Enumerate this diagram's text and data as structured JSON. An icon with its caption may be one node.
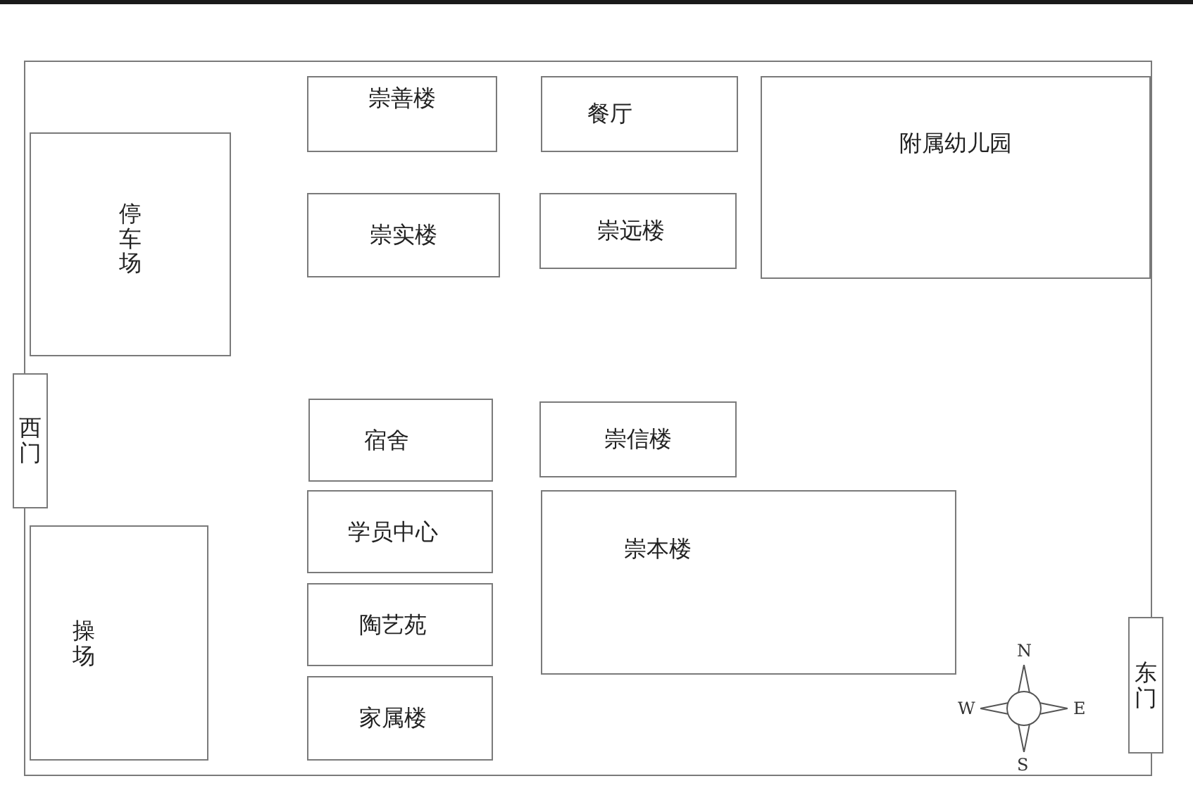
{
  "diagram": {
    "nodes": [
      {
        "text": [],
        "shape": "box"
      },
      {
        "text": [
          "崇善楼"
        ],
        "in": 0
      },
      {
        "text": [
          "餐厅"
        ],
        "in": 0
      },
      {
        "text": [
          "附属幼儿园"
        ],
        "in": 0
      },
      {
        "text": [
          "停车场"
        ],
        "in": 0
      },
      {
        "text": [
          "崇实楼"
        ],
        "in": 0
      },
      {
        "text": [
          "崇远楼"
        ],
        "in": 0
      },
      {
        "text": [
          "西门"
        ]
      },
      {
        "text": [
          "宿舍"
        ],
        "in": 0
      },
      {
        "text": [
          "崇信楼"
        ],
        "in": 0
      },
      {
        "text": [
          "学员中心"
        ],
        "in": 0
      },
      {
        "text": [
          "崇本楼"
        ],
        "in": 0
      },
      {
        "text": [
          "陶艺苑"
        ],
        "in": 0
      },
      {
        "text": [
          "操场"
        ],
        "in": 0
      },
      {
        "text": [
          "东门"
        ]
      },
      {
        "text": [
          "家属楼"
        ],
        "in": 0
      }
    ],
    "labels": [
      "N",
      "W",
      "E",
      "S"
    ]
  }
}
